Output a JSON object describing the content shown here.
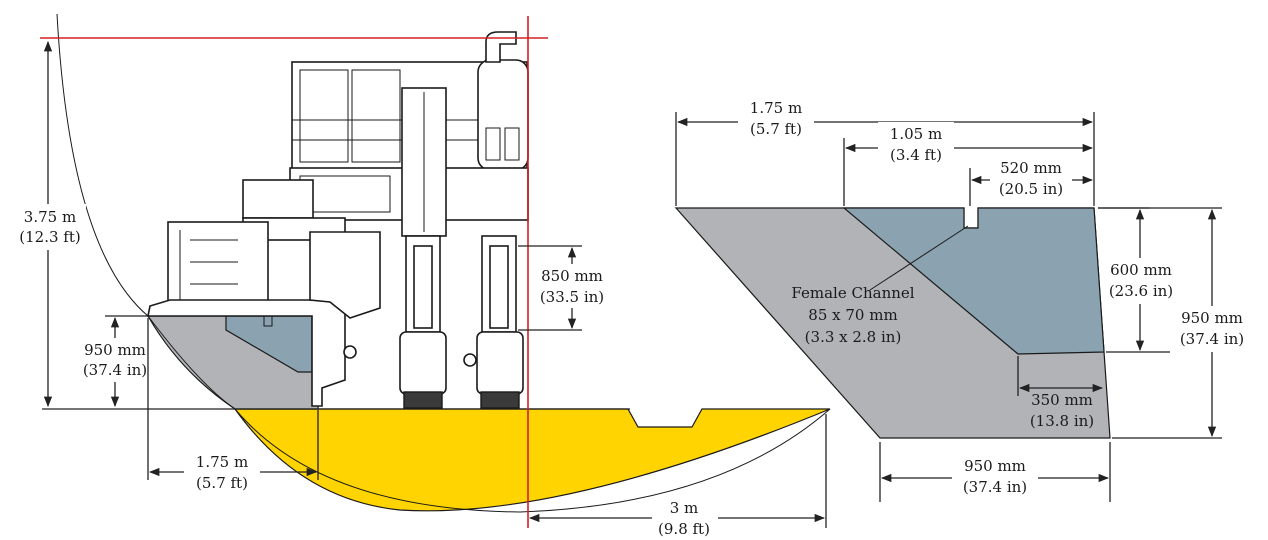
{
  "colors": {
    "concrete": "#b1b3b6",
    "channel": "#8ba3b1",
    "excavation": "#ffd400",
    "reference_line": "#d42027",
    "outline": "#1a1a1a"
  },
  "left_view": {
    "height": {
      "metric": "3.75 m",
      "imperial": "(12.3 ft)"
    },
    "slab_height": {
      "metric": "950 mm",
      "imperial": "(37.4 in)"
    },
    "slab_width": {
      "metric": "1.75 m",
      "imperial": "(5.7 ft)"
    },
    "track_clearance": {
      "metric": "850 mm",
      "imperial": "(33.5 in)"
    },
    "side_reach": {
      "metric": "3 m",
      "imperial": "(9.8 ft)"
    }
  },
  "right_view": {
    "total_width": {
      "metric": "1.75 m",
      "imperial": "(5.7 ft)"
    },
    "channel_width": {
      "metric": "1.05 m",
      "imperial": "(3.4 ft)"
    },
    "notch_offset": {
      "metric": "520 mm",
      "imperial": "(20.5 in)"
    },
    "channel_depth": {
      "metric": "600 mm",
      "imperial": "(23.6 in)"
    },
    "total_height": {
      "metric": "950 mm",
      "imperial": "(37.4 in)"
    },
    "channel_bottom": {
      "metric": "350 mm",
      "imperial": "(13.8 in)"
    },
    "base_width": {
      "metric": "950 mm",
      "imperial": "(37.4 in)"
    },
    "female_channel": {
      "label": "Female Channel",
      "size_metric": "85 x 70 mm",
      "size_imperial": "(3.3 x 2.8 in)"
    }
  }
}
